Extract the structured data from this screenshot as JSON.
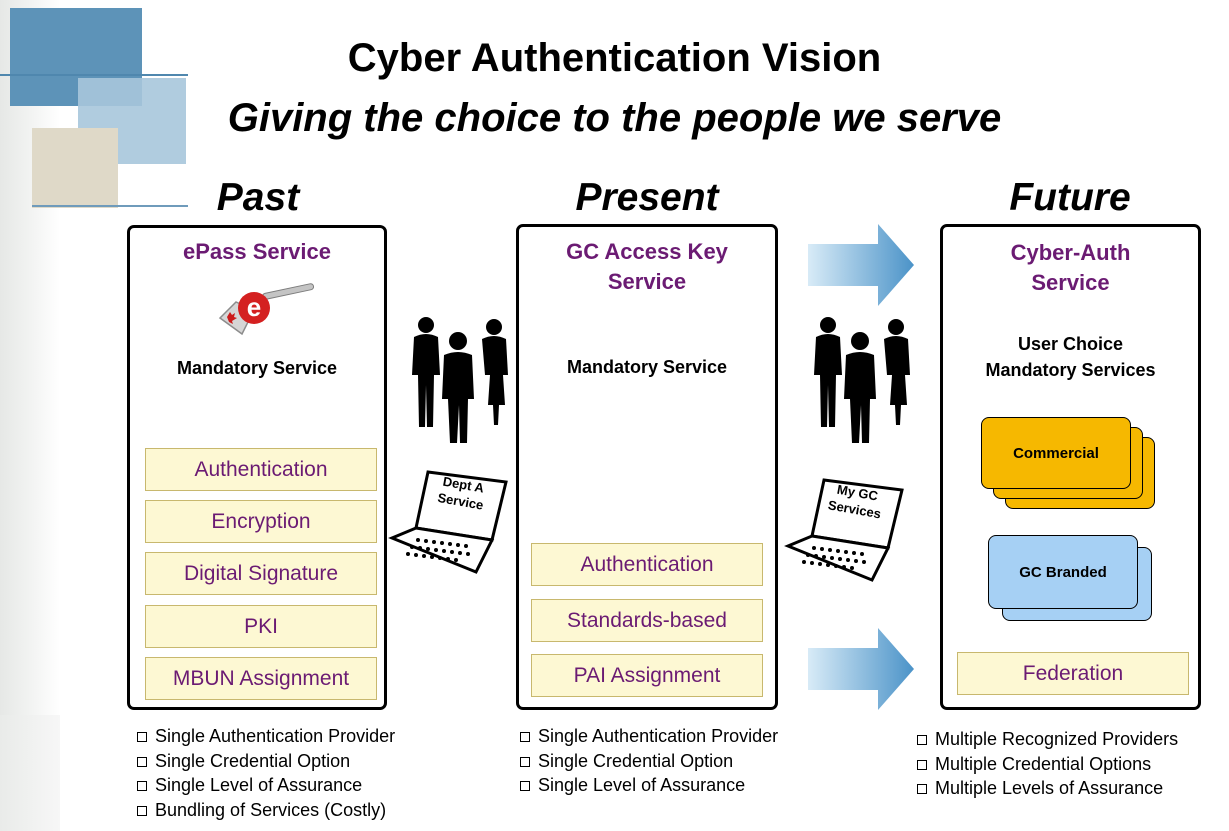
{
  "title": "Cyber Authentication Vision",
  "subtitle": "Giving the choice to the people we serve",
  "columns": [
    {
      "heading": "Past",
      "service": "ePass Service",
      "mandatory": "Mandatory Service",
      "functions": [
        "Authentication",
        "Encryption",
        "Digital Signature",
        "PKI",
        "MBUN Assignment"
      ],
      "bullets": [
        "Single Authentication Provider",
        "Single Credential Option",
        "Single Level of Assurance",
        "Bundling of Services (Costly)"
      ]
    },
    {
      "heading": "Present",
      "service_line1": "GC Access Key",
      "service_line2": "Service",
      "mandatory": "Mandatory Service",
      "functions": [
        "Authentication",
        "Standards-based",
        "PAI Assignment"
      ],
      "bullets": [
        "Single Authentication Provider",
        "Single Credential Option",
        "Single Level of Assurance"
      ]
    },
    {
      "heading": "Future",
      "service_line1": "Cyber-Auth",
      "service_line2": "Service",
      "choice_line1": "User Choice",
      "choice_line2": "Mandatory Services",
      "providers": [
        "Commercial",
        "GC Branded"
      ],
      "functions": [
        "Federation"
      ],
      "bullets": [
        "Multiple Recognized Providers",
        "Multiple Credential Options",
        "Multiple Levels of Assurance"
      ]
    }
  ],
  "laptops": [
    {
      "line1": "Dept A",
      "line2": "Service"
    },
    {
      "line1": "My GC",
      "line2": "Services"
    }
  ],
  "colors": {
    "service_purple": "#6b1b73",
    "function_fill": "#fdf8d3",
    "commercial": "#f6b800",
    "gc_branded": "#a6d0f4",
    "arrow": "#5fa0cf"
  }
}
